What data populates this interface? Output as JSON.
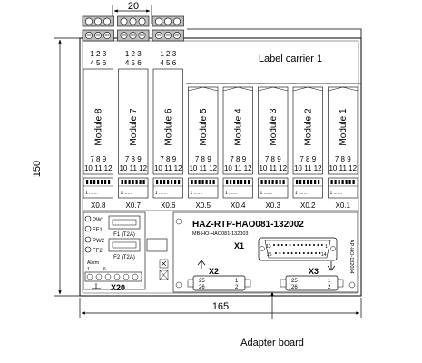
{
  "dimensions": {
    "width": "165",
    "height": "150",
    "top_pitch": "20"
  },
  "label_carrier": "Label carrier 1",
  "modules": [
    {
      "name": "Module 8",
      "connector": "X0.8"
    },
    {
      "name": "Module 7",
      "connector": "X0.7"
    },
    {
      "name": "Module 6",
      "connector": "X0.6"
    },
    {
      "name": "Module 5",
      "connector": "X0.5"
    },
    {
      "name": "Module 4",
      "connector": "X0.4"
    },
    {
      "name": "Module 3",
      "connector": "X0.3"
    },
    {
      "name": "Module 2",
      "connector": "X0.2"
    },
    {
      "name": "Module 1",
      "connector": "X0.1"
    }
  ],
  "top_terminals": {
    "row1": "1 2 3",
    "row2": "4 5 6"
  },
  "bottom_terminals": {
    "row1": "7 8 9",
    "row2": "10 11 12"
  },
  "connector_pin_1": "1",
  "connector_pin_dots": ".......",
  "leds": [
    "PW1",
    "FF1",
    "PW2",
    "FF2"
  ],
  "fuses": [
    "F1 (T2A)",
    "F2 (T2A)"
  ],
  "alarm": {
    "label": "Alarm",
    "pins": "1 . . . . . 6"
  },
  "x20": "X20",
  "model": "HAZ-RTP-HAO081-132002",
  "model_sub": "MB-HO-HAO081-132003",
  "side_code": "AP-HO-132004",
  "x1": {
    "label": "X1",
    "pin_top_left": "13",
    "pin_top_right": "1",
    "pin_bot_left": "25",
    "pin_bot_right": "14"
  },
  "x2": {
    "label": "X2",
    "pin_a": "25",
    "pin_b": "26",
    "pin_c": "1",
    "pin_d": "2"
  },
  "x3": {
    "label": "X3",
    "pin_a": "25",
    "pin_b": "26",
    "pin_c": "1",
    "pin_d": "2"
  },
  "adapter_board": "Adapter board"
}
